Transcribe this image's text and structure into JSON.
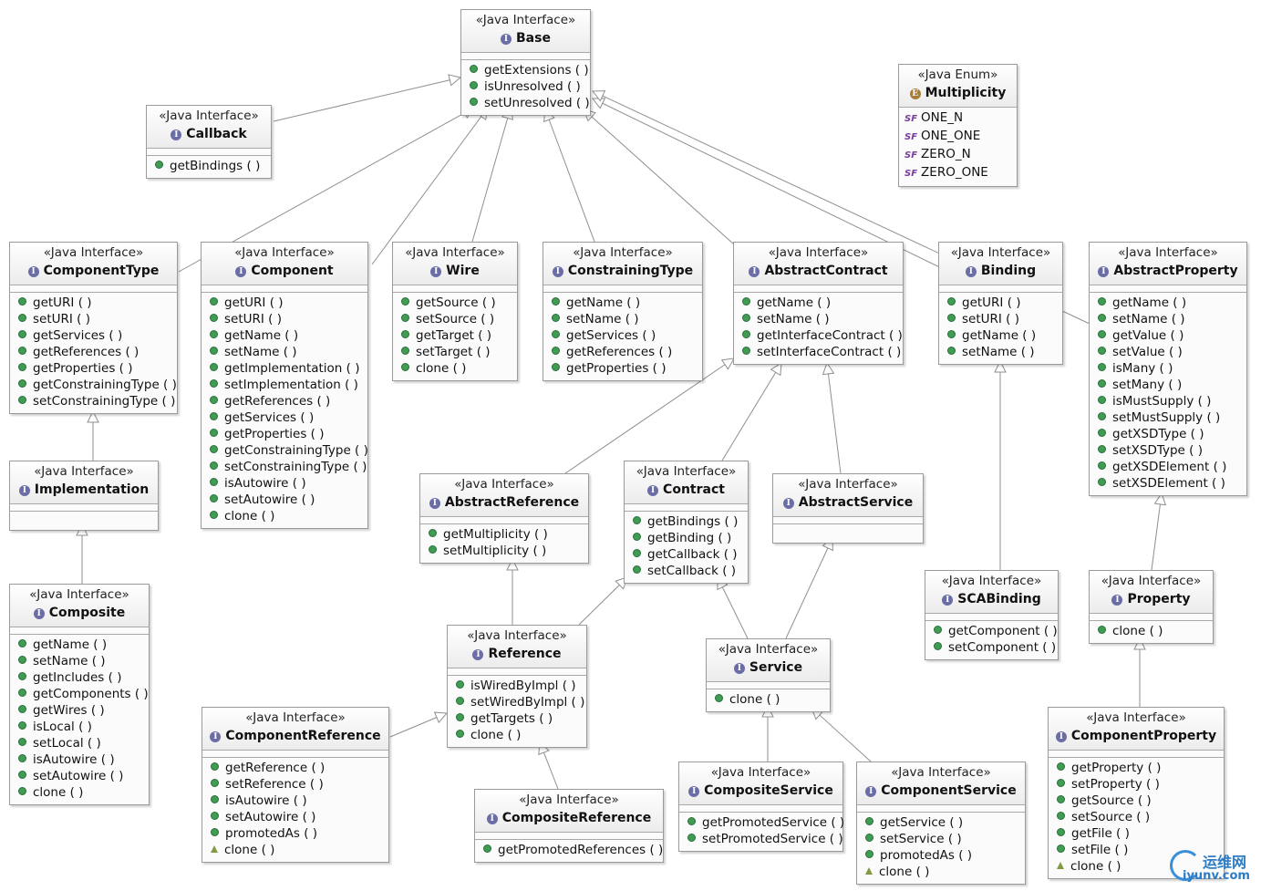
{
  "classes": [
    {
      "key": "Base",
      "stereotype": "«Java Interface»",
      "name": "Base",
      "ops": [
        "getExtensions ( )",
        "isUnresolved ( )",
        "setUnresolved ( )"
      ]
    },
    {
      "key": "Callback",
      "stereotype": "«Java Interface»",
      "name": "Callback",
      "ops": [
        "getBindings ( )"
      ]
    },
    {
      "key": "Multiplicity",
      "stereotype": "«Java Enum»",
      "name": "Multiplicity",
      "kind": "enum",
      "literals": [
        "ONE_N",
        "ONE_ONE",
        "ZERO_N",
        "ZERO_ONE"
      ]
    },
    {
      "key": "ComponentType",
      "stereotype": "«Java Interface»",
      "name": "ComponentType",
      "ops": [
        "getURI ( )",
        "setURI ( )",
        "getServices ( )",
        "getReferences ( )",
        "getProperties ( )",
        "getConstrainingType ( )",
        "setConstrainingType ( )"
      ]
    },
    {
      "key": "Component",
      "stereotype": "«Java Interface»",
      "name": "Component",
      "ops": [
        "getURI ( )",
        "setURI ( )",
        "getName ( )",
        "setName ( )",
        "getImplementation ( )",
        "setImplementation ( )",
        "getReferences ( )",
        "getServices ( )",
        "getProperties ( )",
        "getConstrainingType ( )",
        "setConstrainingType ( )",
        "isAutowire ( )",
        "setAutowire ( )",
        "clone ( )"
      ]
    },
    {
      "key": "Wire",
      "stereotype": "«Java Interface»",
      "name": "Wire",
      "ops": [
        "getSource ( )",
        "setSource ( )",
        "getTarget ( )",
        "setTarget ( )",
        "clone ( )"
      ]
    },
    {
      "key": "ConstrainingType",
      "stereotype": "«Java Interface»",
      "name": "ConstrainingType",
      "ops": [
        "getName ( )",
        "setName ( )",
        "getServices ( )",
        "getReferences ( )",
        "getProperties ( )"
      ]
    },
    {
      "key": "AbstractContract",
      "stereotype": "«Java Interface»",
      "name": "AbstractContract",
      "ops": [
        "getName ( )",
        "setName ( )",
        "getInterfaceContract ( )",
        "setInterfaceContract ( )"
      ]
    },
    {
      "key": "Binding",
      "stereotype": "«Java Interface»",
      "name": "Binding",
      "ops": [
        "getURI ( )",
        "setURI ( )",
        "getName ( )",
        "setName ( )"
      ]
    },
    {
      "key": "AbstractProperty",
      "stereotype": "«Java Interface»",
      "name": "AbstractProperty",
      "ops": [
        "getName ( )",
        "setName ( )",
        "getValue ( )",
        "setValue ( )",
        "isMany ( )",
        "setMany ( )",
        "isMustSupply ( )",
        "setMustSupply ( )",
        "getXSDType ( )",
        "setXSDType ( )",
        "getXSDElement ( )",
        "setXSDElement ( )"
      ]
    },
    {
      "key": "Implementation",
      "stereotype": "«Java Interface»",
      "name": "Implementation",
      "ops": []
    },
    {
      "key": "AbstractReference",
      "stereotype": "«Java Interface»",
      "name": "AbstractReference",
      "ops": [
        "getMultiplicity ( )",
        "setMultiplicity ( )"
      ]
    },
    {
      "key": "Contract",
      "stereotype": "«Java Interface»",
      "name": "Contract",
      "ops": [
        "getBindings ( )",
        "getBinding ( )",
        "getCallback ( )",
        "setCallback ( )"
      ]
    },
    {
      "key": "AbstractService",
      "stereotype": "«Java Interface»",
      "name": "AbstractService",
      "ops": []
    },
    {
      "key": "SCABinding",
      "stereotype": "«Java Interface»",
      "name": "SCABinding",
      "ops": [
        "getComponent ( )",
        "setComponent ( )"
      ]
    },
    {
      "key": "Property",
      "stereotype": "«Java Interface»",
      "name": "Property",
      "ops": [
        "clone ( )"
      ]
    },
    {
      "key": "Composite",
      "stereotype": "«Java Interface»",
      "name": "Composite",
      "ops": [
        "getName ( )",
        "setName ( )",
        "getIncludes ( )",
        "getComponents ( )",
        "getWires ( )",
        "isLocal ( )",
        "setLocal ( )",
        "isAutowire ( )",
        "setAutowire ( )",
        "clone ( )"
      ]
    },
    {
      "key": "Reference",
      "stereotype": "«Java Interface»",
      "name": "Reference",
      "ops": [
        "isWiredByImpl ( )",
        "setWiredByImpl ( )",
        "getTargets ( )",
        "clone ( )"
      ]
    },
    {
      "key": "Service",
      "stereotype": "«Java Interface»",
      "name": "Service",
      "ops": [
        "clone ( )"
      ]
    },
    {
      "key": "ComponentReference",
      "stereotype": "«Java Interface»",
      "name": "ComponentReference",
      "ops": [
        "getReference ( )",
        "setReference ( )",
        "isAutowire ( )",
        "setAutowire ( )",
        "promotedAs ( )",
        "clone ( )"
      ],
      "last_inherited": true
    },
    {
      "key": "CompositeReference",
      "stereotype": "«Java Interface»",
      "name": "CompositeReference",
      "ops": [
        "getPromotedReferences ( )"
      ]
    },
    {
      "key": "CompositeService",
      "stereotype": "«Java Interface»",
      "name": "CompositeService",
      "ops": [
        "getPromotedService ( )",
        "setPromotedService ( )"
      ]
    },
    {
      "key": "ComponentService",
      "stereotype": "«Java Interface»",
      "name": "ComponentService",
      "ops": [
        "getService ( )",
        "setService ( )",
        "promotedAs ( )",
        "clone ( )"
      ],
      "last_inherited": true
    },
    {
      "key": "ComponentProperty",
      "stereotype": "«Java Interface»",
      "name": "ComponentProperty",
      "ops": [
        "getProperty ( )",
        "setProperty ( )",
        "getSource ( )",
        "setSource ( )",
        "getFile ( )",
        "setFile ( )",
        "clone ( )"
      ],
      "last_inherited": true
    }
  ],
  "generalizations": [
    [
      "Callback",
      "Base"
    ],
    [
      "ComponentType",
      "Base"
    ],
    [
      "Component",
      "Base"
    ],
    [
      "Wire",
      "Base"
    ],
    [
      "ConstrainingType",
      "Base"
    ],
    [
      "AbstractContract",
      "Base"
    ],
    [
      "Binding",
      "Base"
    ],
    [
      "AbstractProperty",
      "Base"
    ],
    [
      "Implementation",
      "ComponentType"
    ],
    [
      "Composite",
      "Implementation"
    ],
    [
      "AbstractReference",
      "AbstractContract"
    ],
    [
      "Contract",
      "AbstractContract"
    ],
    [
      "AbstractService",
      "AbstractContract"
    ],
    [
      "SCABinding",
      "Binding"
    ],
    [
      "Property",
      "AbstractProperty"
    ],
    [
      "Reference",
      "AbstractReference"
    ],
    [
      "Reference",
      "Contract"
    ],
    [
      "Service",
      "Contract"
    ],
    [
      "Service",
      "AbstractService"
    ],
    [
      "ComponentReference",
      "Reference"
    ],
    [
      "CompositeReference",
      "Reference"
    ],
    [
      "CompositeService",
      "Service"
    ],
    [
      "ComponentService",
      "Service"
    ],
    [
      "ComponentProperty",
      "Property"
    ]
  ],
  "watermark": {
    "line1": "运维网",
    "line2": "iyunv.com"
  }
}
